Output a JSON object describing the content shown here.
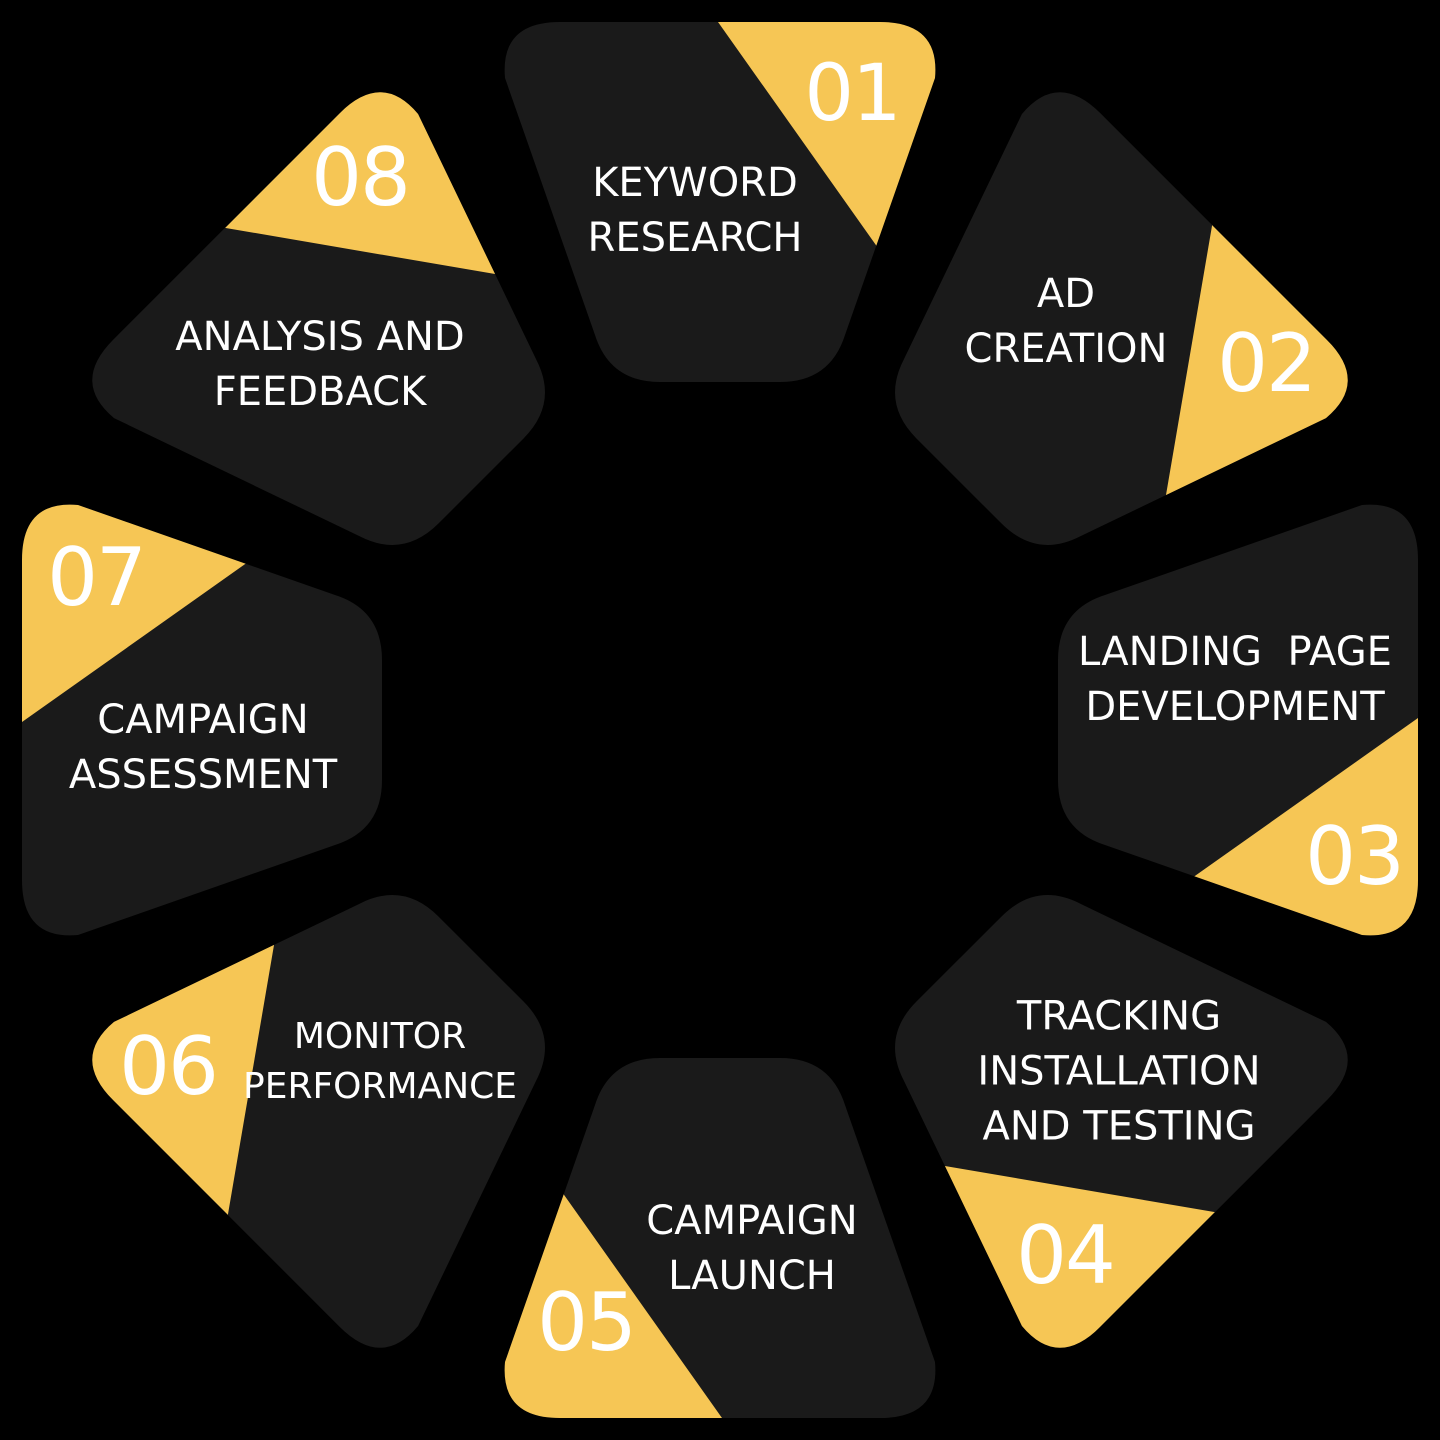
{
  "colors": {
    "background": "#000000",
    "card": "#1a1a1a",
    "accent": "#f6c655",
    "text": "#ffffff"
  },
  "steps": [
    {
      "number": "01",
      "title": "KEYWORD\nRESEARCH"
    },
    {
      "number": "02",
      "title": "AD\nCREATION"
    },
    {
      "number": "03",
      "title": "LANDING  PAGE\nDEVELOPMENT"
    },
    {
      "number": "04",
      "title": "TRACKING\nINSTALLATION\nAND TESTING"
    },
    {
      "number": "05",
      "title": "CAMPAIGN\nLAUNCH"
    },
    {
      "number": "06",
      "title": "MONITOR\nPERFORMANCE"
    },
    {
      "number": "07",
      "title": "CAMPAIGN\nASSESSMENT"
    },
    {
      "number": "08",
      "title": "ANALYSIS AND\nFEEDBACK"
    }
  ]
}
